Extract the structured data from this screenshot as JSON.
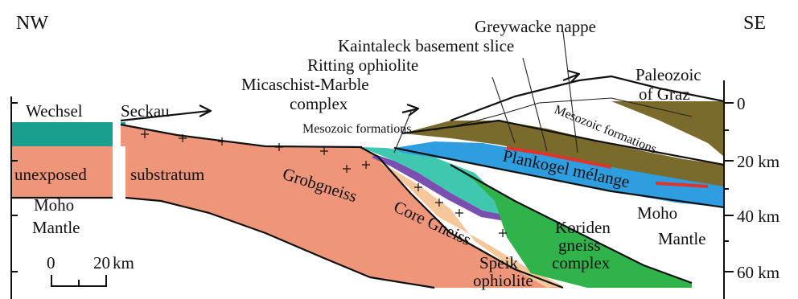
{
  "orientation": {
    "left": "NW",
    "right": "SE"
  },
  "units": {
    "Wechsel": "Wechsel",
    "Seckau": "Seckau",
    "unexposed": "unexposed",
    "substratum": "substratum",
    "moho_left": "Moho",
    "mantle_left": "Mantle",
    "grobgneiss": "Grobgneiss",
    "core_gneiss": "Core Gneiss",
    "mesozoic_lower": "Mesozoic formations",
    "mesozoic_upper": "Mesozoic formations",
    "micaschist_1": "Micaschist-Marble",
    "micaschist_2": "complex",
    "ritting": "Ritting ophiolite",
    "kaintaleck": "Kaintaleck basement slice",
    "greywacke": "Greywacke nappe",
    "paleozoic_1": "Paleozoic",
    "paleozoic_2": "of Graz",
    "plankogel": "Plankogel mélange",
    "moho_right": "Moho",
    "mantle_right": "Mantle",
    "koriden_1": "Koriden",
    "koriden_2": "gneiss",
    "koriden_3": "complex",
    "speik_1": "Speik",
    "speik_2": "ophiolite"
  },
  "depth_axis": {
    "ticks": [
      "0",
      "20 km",
      "40 km",
      "60 km"
    ]
  },
  "scale_bar": {
    "left": "0",
    "right": "20",
    "unit": "km"
  },
  "colors": {
    "salmon": "#ee957a",
    "teal": "#1a9e8e",
    "light_teal": "#3fc7b0",
    "olive": "#7a6a2c",
    "blue": "#2f9ee0",
    "green": "#2fb34a",
    "peach": "#f6c79a",
    "purple": "#7a4fb0",
    "red": "#e4322b",
    "white": "#ffffff"
  }
}
